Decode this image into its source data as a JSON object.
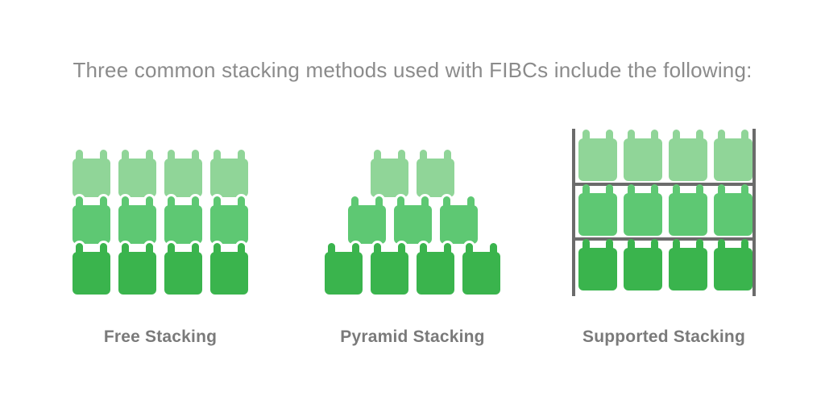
{
  "title": "Three common stacking methods used with FIBCs include the following:",
  "methods": [
    {
      "label": "Free Stacking",
      "rows": [
        4,
        4,
        4
      ],
      "rack": false
    },
    {
      "label": "Pyramid Stacking",
      "rows": [
        2,
        3,
        4
      ],
      "rack": false
    },
    {
      "label": "Supported Stacking",
      "rows": [
        4,
        4,
        4
      ],
      "rack": true
    }
  ],
  "colors": {
    "row_top": "#90d598",
    "row_middle": "#5ec873",
    "row_bottom": "#3ab44d",
    "rack_steel": "#6b6b6b",
    "title_text": "#8b8b8b",
    "label_text": "#7a7a7a",
    "background": "#ffffff"
  }
}
